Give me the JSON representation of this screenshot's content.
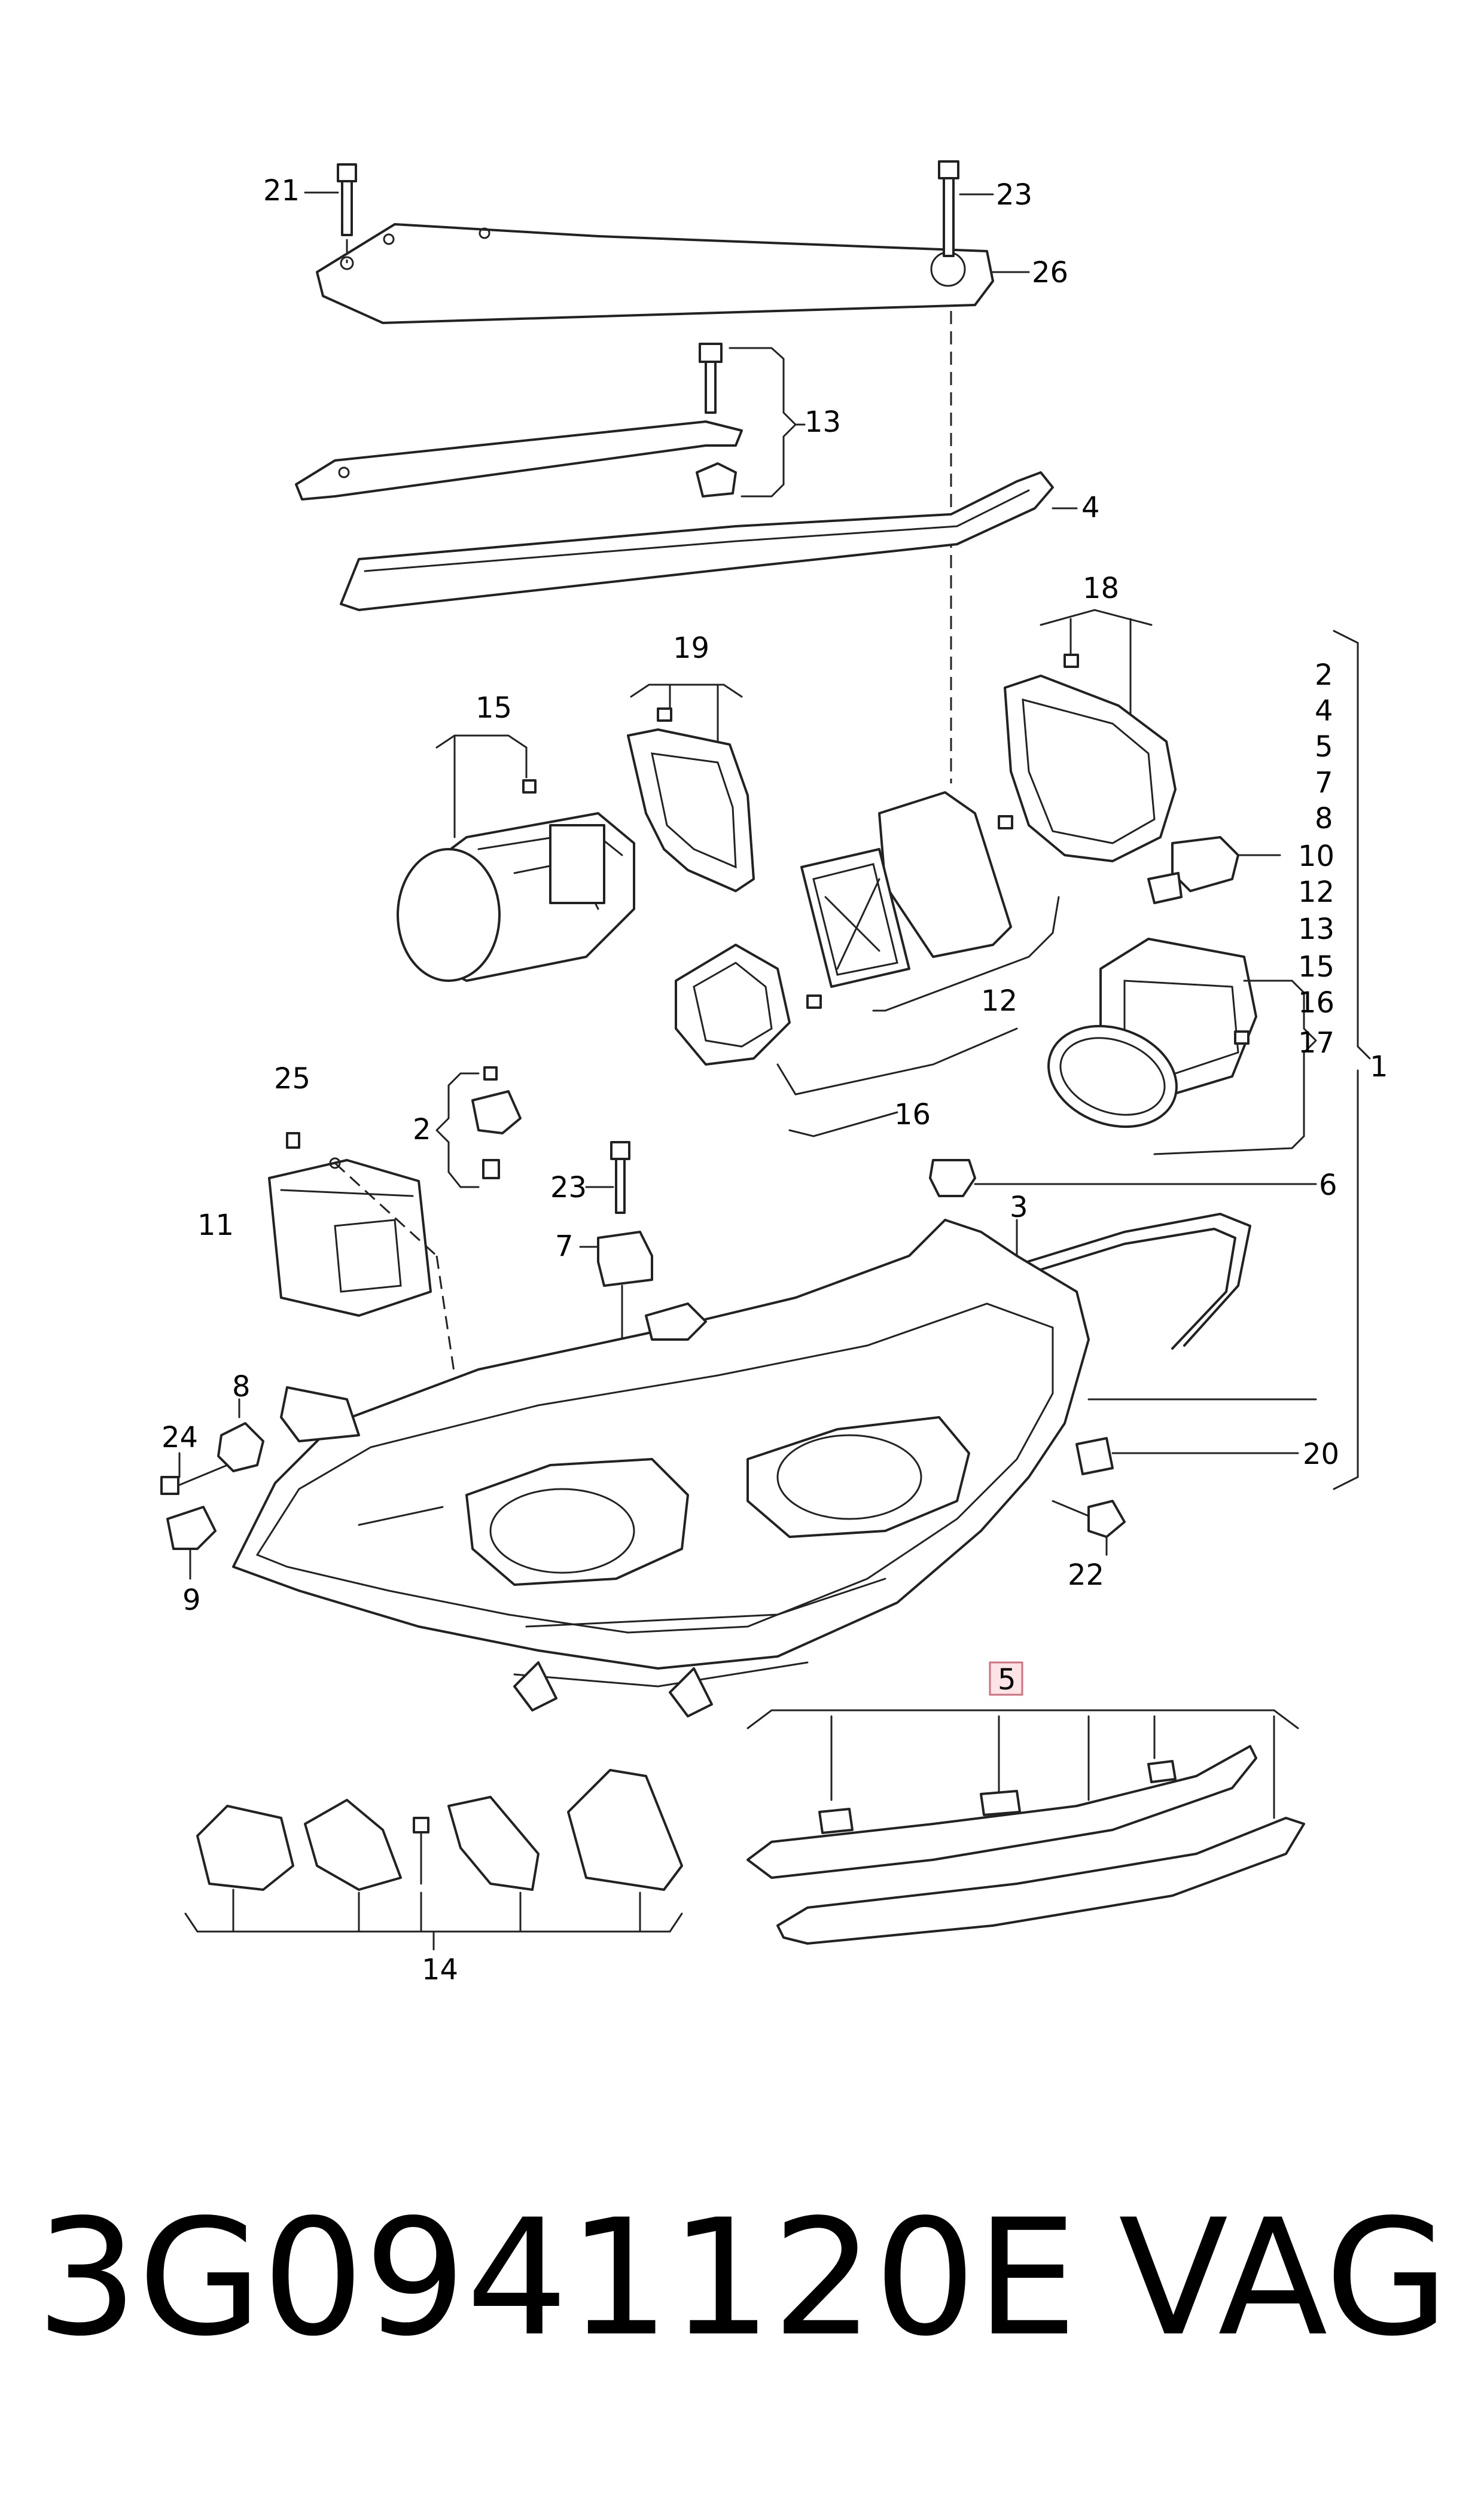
{
  "callouts": {
    "c21": "21",
    "c23a": "23",
    "c26": "26",
    "c13": "13",
    "c4": "4",
    "c18": "18",
    "c19": "19",
    "c15": "15",
    "r2": "2",
    "r4": "4",
    "r5": "5",
    "r7": "7",
    "r8": "8",
    "r10": "10",
    "r12": "12",
    "r13": "13",
    "r15": "15",
    "r16": "16",
    "r17": "17",
    "r1": "1",
    "c12": "12",
    "c16": "16",
    "c25": "25",
    "c2": "2",
    "c11": "11",
    "c23b": "23",
    "c7": "7",
    "c6": "6",
    "c3": "3",
    "c8": "8",
    "c24": "24",
    "c9": "9",
    "c20": "20",
    "c22": "22",
    "c5": "5",
    "c14": "14"
  },
  "footer": {
    "part_number": "3G0941120E",
    "brand": "VAG"
  },
  "colors": {
    "line": "#222222",
    "highlight_fill": "#fbe3e6",
    "highlight_stroke": "#d0707f"
  }
}
